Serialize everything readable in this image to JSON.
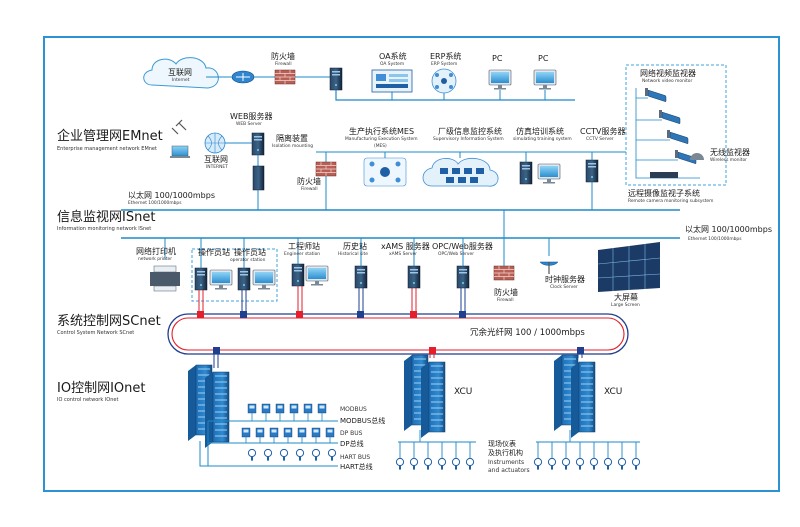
{
  "colors": {
    "blue": "#1e88c8",
    "light_blue": "#7ec3ea",
    "red": "#e41e2b",
    "navy": "#1f3f8f",
    "frame": "#2b93d1",
    "server_dark": "#1d2e44"
  },
  "networks": {
    "emnet": {
      "title": "企业管理网EMnet",
      "subtitle": "Enterprise management network EMnet"
    },
    "isnet": {
      "title": "信息监视网ISnet",
      "subtitle": "Information monitoring network ISnet"
    },
    "scnet": {
      "title": "系统控制网SCnet",
      "subtitle": "Control System Network SCnet"
    },
    "ionet": {
      "title": "IO控制网IOnet",
      "subtitle": "IO control network IOnet"
    }
  },
  "top_zone": {
    "internet": {
      "zh": "互联网",
      "en": "Internet"
    },
    "firewall": {
      "zh": "防火墙",
      "en": "Firewall"
    },
    "oa": {
      "zh": "OA系统",
      "en": "OA System"
    },
    "erp": {
      "zh": "ERP系统",
      "en": "ERP System"
    },
    "pc1": "PC",
    "pc2": "PC",
    "web_server": {
      "zh": "WEB服务器",
      "en": "WEB Server"
    },
    "isolation": {
      "zh": "隔离装置",
      "en": "Isolation mounting"
    },
    "internet2": {
      "zh": "互联网",
      "en": "INTERNET"
    },
    "firewall2": {
      "zh": "防火墙",
      "en": "Firewall"
    },
    "mes": {
      "zh": "生产执行系统MES",
      "en": "Manufacturing Execution System",
      "en2": "(MES)"
    },
    "supervisory": {
      "zh": "厂级信息监控系统",
      "en": "Supervisory Information System"
    },
    "training": {
      "zh": "仿真培训系统",
      "en": "simulating training system"
    },
    "cctv": {
      "zh": "CCTV服务器",
      "en": "CCTV Server"
    },
    "video_monitor": {
      "zh": "网络视频监视器",
      "en": "Network video monitor"
    },
    "wireless": {
      "zh": "无线监视器",
      "en": "Wireless monitor"
    },
    "remote_cam": {
      "zh": "远程摄像监视子系统",
      "en": "Remote camera monitoring subsystem"
    },
    "ethernet_left": {
      "zh": "以太网 100/1000mbps",
      "en": "Ethernet  100/1000mbps"
    }
  },
  "mid_zone": {
    "ethernet_right": {
      "zh": "以太网 100/1000mbps",
      "en": "Ethernet 100/1000mbps"
    },
    "printer": {
      "zh": "网络打印机",
      "en": "network printer"
    },
    "operator1": {
      "zh": "操作员站"
    },
    "operator2": {
      "zh": "操作员站",
      "en": "operator station"
    },
    "engineer": {
      "zh": "工程师站",
      "en": "Engineer station"
    },
    "historical": {
      "zh": "历史站",
      "en": "Historical site"
    },
    "xams": {
      "zh": "xAMS 服务器",
      "en": "xAMS Server"
    },
    "opc": {
      "zh": "OPC/Web服务器",
      "en": "OPC/Web Server"
    },
    "clock": {
      "zh": "时钟服务器",
      "en": "Clock Server"
    },
    "firewall3": {
      "zh": "防火墙",
      "en": "Firewall"
    },
    "large_screen": {
      "zh": "大屏幕",
      "en": "Large Screen"
    }
  },
  "ring": {
    "label": "冗余光纤网 100 / 1000mbps"
  },
  "io_zone": {
    "xcu1": "XCU",
    "xcu2": "XCU",
    "modbus": "MODBUS",
    "modbus_bus": "MODBUS总线",
    "dp_bus": "DP BUS",
    "dp_bus_zh": "DP总线",
    "hart_bus": "HART BUS",
    "hart_bus_zh": "HART总线",
    "field": {
      "zh1": "现场仪表",
      "zh2": "及执行机构",
      "en1": "Instruments",
      "en2": "and actuators"
    }
  }
}
